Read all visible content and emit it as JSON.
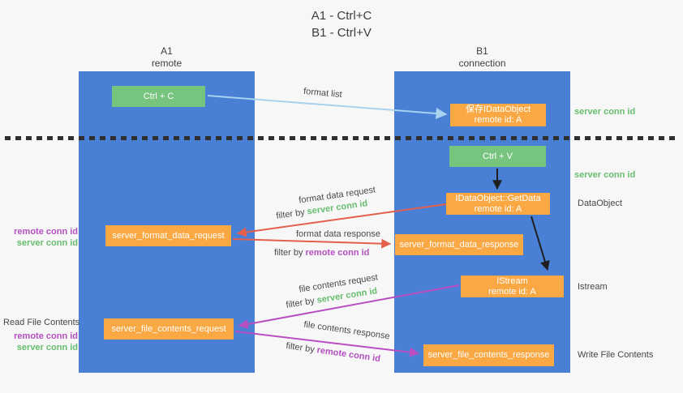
{
  "title": {
    "line1": "A1 - Ctrl+C",
    "line2": "B1 - Ctrl+V"
  },
  "lanes": {
    "left": {
      "title": "A1",
      "subtitle": "remote"
    },
    "right": {
      "title": "B1",
      "subtitle": "connection"
    }
  },
  "nodes": {
    "ctrl_c": {
      "label": "Ctrl + C"
    },
    "ctrl_v": {
      "label": "Ctrl + V"
    },
    "save_idataobject": {
      "line1": "保存IDataObject",
      "line2": "remote id: A"
    },
    "getdata": {
      "line1": "IDataObject::GetData",
      "line2": "remote id: A"
    },
    "istream": {
      "line1": "IStream",
      "line2": "remote id: A"
    },
    "format_request": {
      "label": "server_format_data_request"
    },
    "format_response": {
      "label": "server_format_data_response"
    },
    "file_request": {
      "label": "server_file_contents_request"
    },
    "file_response": {
      "label": "server_file_contents_response"
    }
  },
  "arrow_labels": {
    "format_list": "format list",
    "format_data_request": "format data request",
    "format_data_response": "format data response",
    "file_contents_request": "file contents request",
    "file_contents_response": "file contents response",
    "filter_by": "filter by",
    "server_conn_id": "server conn id",
    "remote_conn_id": "remote conn id"
  },
  "side_labels": {
    "server_conn_id_top": "server conn id",
    "server_conn_id_mid": "server conn id",
    "dataobject": "DataObject",
    "istream": "Istream",
    "write_file_contents": "Write File Contents",
    "read_file_contents": "Read File Contents",
    "remote_conn_id": "remote conn id",
    "server_conn_id": "server conn id"
  },
  "colors": {
    "lane_blue": "#4a7fd6",
    "node_green": "#77c47e",
    "node_orange": "#f9a843",
    "arrow_red": "#e4604e",
    "arrow_purple": "#b94fc1",
    "arrow_lightblue": "#a8d2ee",
    "arrow_black": "#1f1f1f",
    "label_green": "#67bd6e",
    "label_purple": "#b44ec0",
    "text_dark": "#3f3f3f",
    "background": "#f7f7f7"
  }
}
